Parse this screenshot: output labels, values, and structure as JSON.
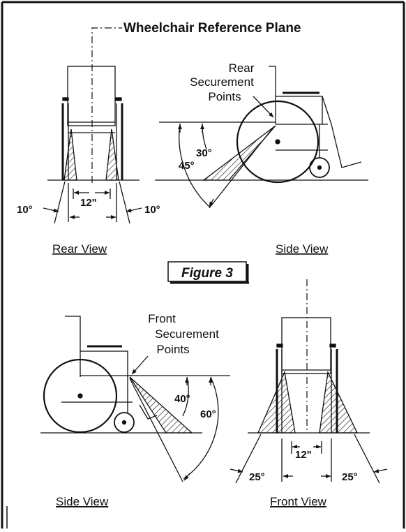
{
  "title": "Wheelchair Reference Plane",
  "figure_label": "Figure 3",
  "rear_view": {
    "caption": "Rear View",
    "width_label": "12\"",
    "left_angle": "10°",
    "right_angle": "10°"
  },
  "side_view_top": {
    "caption": "Side View",
    "label_lines": [
      "Rear",
      "Securement",
      "Points"
    ],
    "angle_min": "30°",
    "angle_max": "45°"
  },
  "side_view_bottom": {
    "caption": "Side View",
    "label_lines": [
      "Front",
      "Securement",
      "Points"
    ],
    "angle_min": "40°",
    "angle_max": "60°"
  },
  "front_view": {
    "caption": "Front View",
    "width_label": "12\"",
    "left_angle": "25°",
    "right_angle": "25°"
  }
}
